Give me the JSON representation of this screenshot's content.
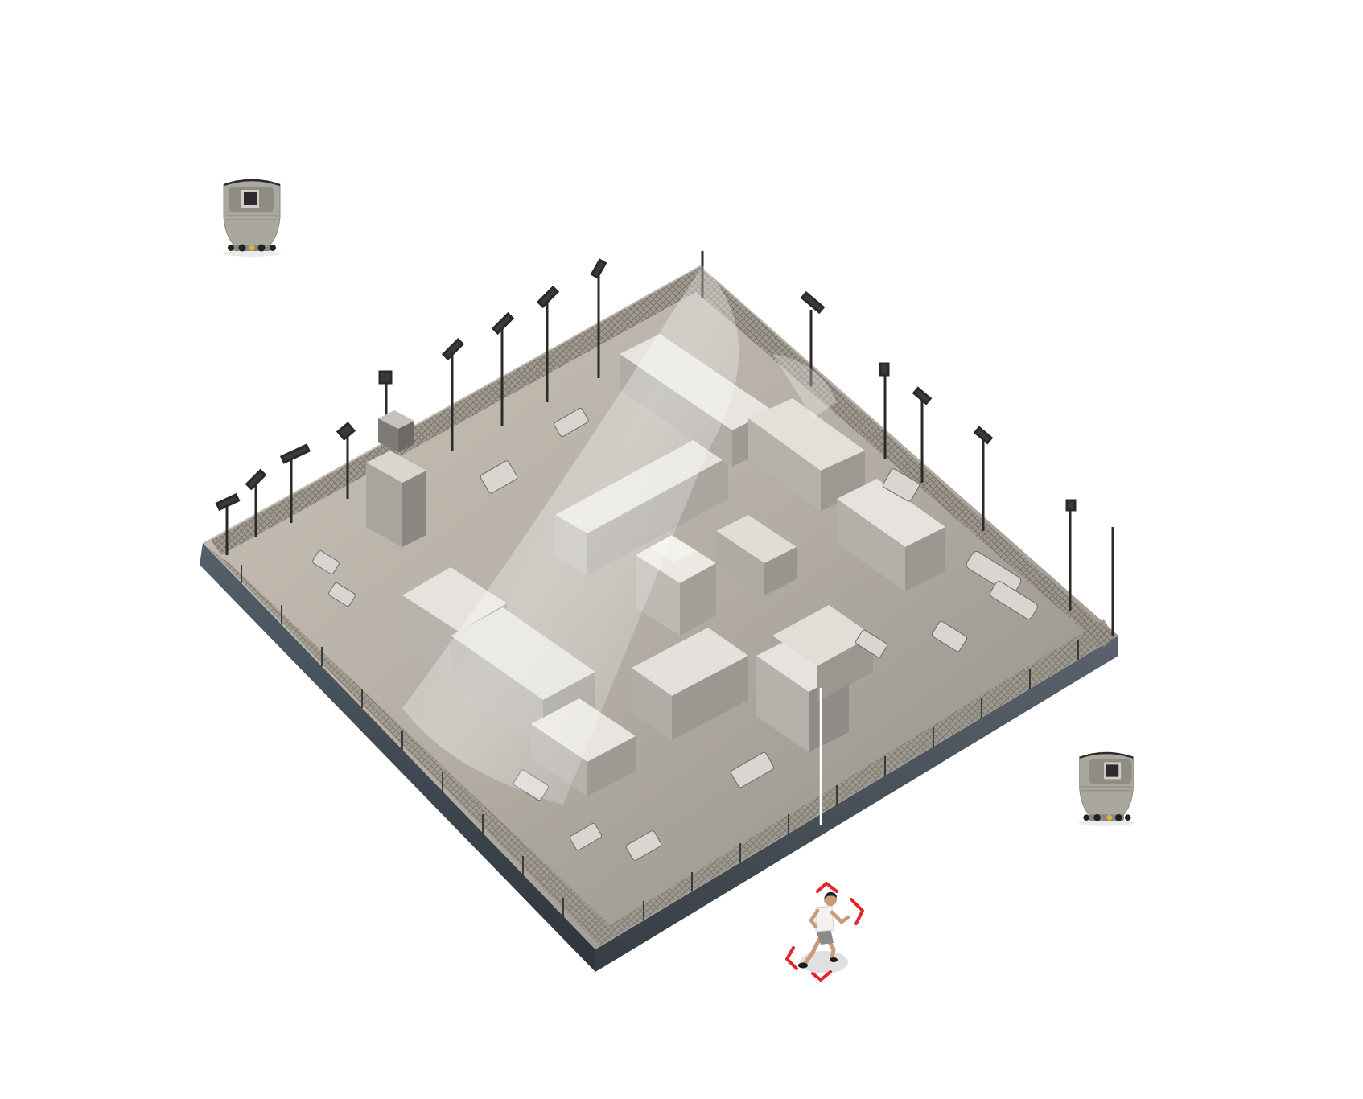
{
  "scene": {
    "title": "Prison perimeter surveillance illustration",
    "background": "#ffffff"
  },
  "compound": {
    "label": "Secured compound (isometric prison facility)",
    "colors": {
      "ground": "#b8b2a8",
      "ground_shadow": "#8d8a86",
      "wall_face_left": "#3f4750",
      "wall_face_right": "#4a525c",
      "fence": "#6f6a63",
      "building_roof": "#e6e3de",
      "building_side": "#b9b5ae",
      "building_shadow": "#8e8b86",
      "coverage_cone": "#ffffff"
    },
    "light_pole_count": 16,
    "features": [
      "watchtower",
      "cell blocks",
      "central tower",
      "parked vehicles",
      "perimeter fence with razor wire",
      "floodlight poles"
    ]
  },
  "devices": [
    {
      "id": "camera-a",
      "label": "Surveillance radar/camera unit A",
      "body_color": "#a9a69c",
      "window_color": "#2c2a2e",
      "indicator_color": "#d9b53a"
    },
    {
      "id": "camera-b",
      "label": "Surveillance radar/camera unit B",
      "body_color": "#a9a69c",
      "window_color": "#2c2a2e",
      "indicator_color": "#d9b53a"
    }
  ],
  "target": {
    "label": "Detected intruder running outside perimeter",
    "bracket_color": "#e0262b",
    "shirt_color": "#f2f2f2",
    "shorts_color": "#8a8a8a"
  }
}
